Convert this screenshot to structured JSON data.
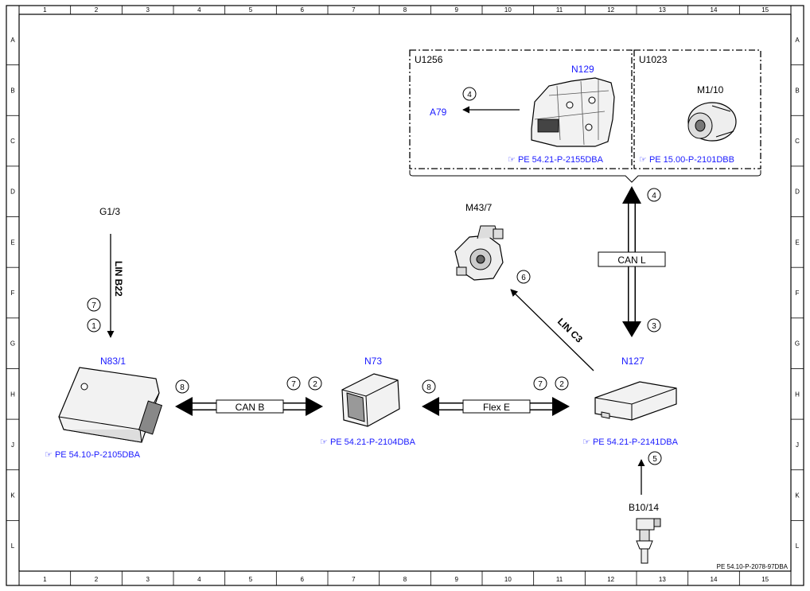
{
  "grid": {
    "columns": [
      "1",
      "2",
      "3",
      "4",
      "5",
      "6",
      "7",
      "8",
      "9",
      "10",
      "11",
      "12",
      "13",
      "14",
      "15"
    ],
    "rows": [
      "A",
      "B",
      "C",
      "D",
      "E",
      "F",
      "G",
      "H",
      "J",
      "K",
      "L"
    ]
  },
  "doc_id": "PE 54.10-P-2078-97DBA",
  "ref_prefix": "☞",
  "groups": {
    "u1256": {
      "label": "U1256"
    },
    "u1023": {
      "label": "U1023"
    }
  },
  "components": {
    "g1_3": {
      "label": "G1/3"
    },
    "n83_1": {
      "label": "N83/1",
      "ref": "PE 54.10-P-2105DBA"
    },
    "n73": {
      "label": "N73",
      "ref": "PE 54.21-P-2104DBA"
    },
    "n127": {
      "label": "N127",
      "ref": "PE 54.21-P-2141DBA"
    },
    "n129": {
      "label": "N129",
      "ref": "PE 54.21-P-2155DBA"
    },
    "a79": {
      "label": "A79"
    },
    "m1_10": {
      "label": "M1/10",
      "ref": "PE 15.00-P-2101DBB"
    },
    "m43_7": {
      "label": "M43/7"
    },
    "b10_14": {
      "label": "B10/14"
    }
  },
  "buses": {
    "lin_b22": "LIN B22",
    "can_b": "CAN B",
    "flex_e": "Flex E",
    "can_l": "CAN L",
    "lin_c3": "LIN C3"
  },
  "signals": {
    "s7a": "7",
    "s1": "1",
    "s8a": "8",
    "s7b": "7",
    "s2a": "2",
    "s8b": "8",
    "s7c": "7",
    "s2b": "2",
    "s4a": "4",
    "s3": "3",
    "s4b": "4",
    "s6": "6",
    "s5": "5"
  },
  "colors": {
    "component_label": "#1a1aff",
    "line": "#000000"
  }
}
